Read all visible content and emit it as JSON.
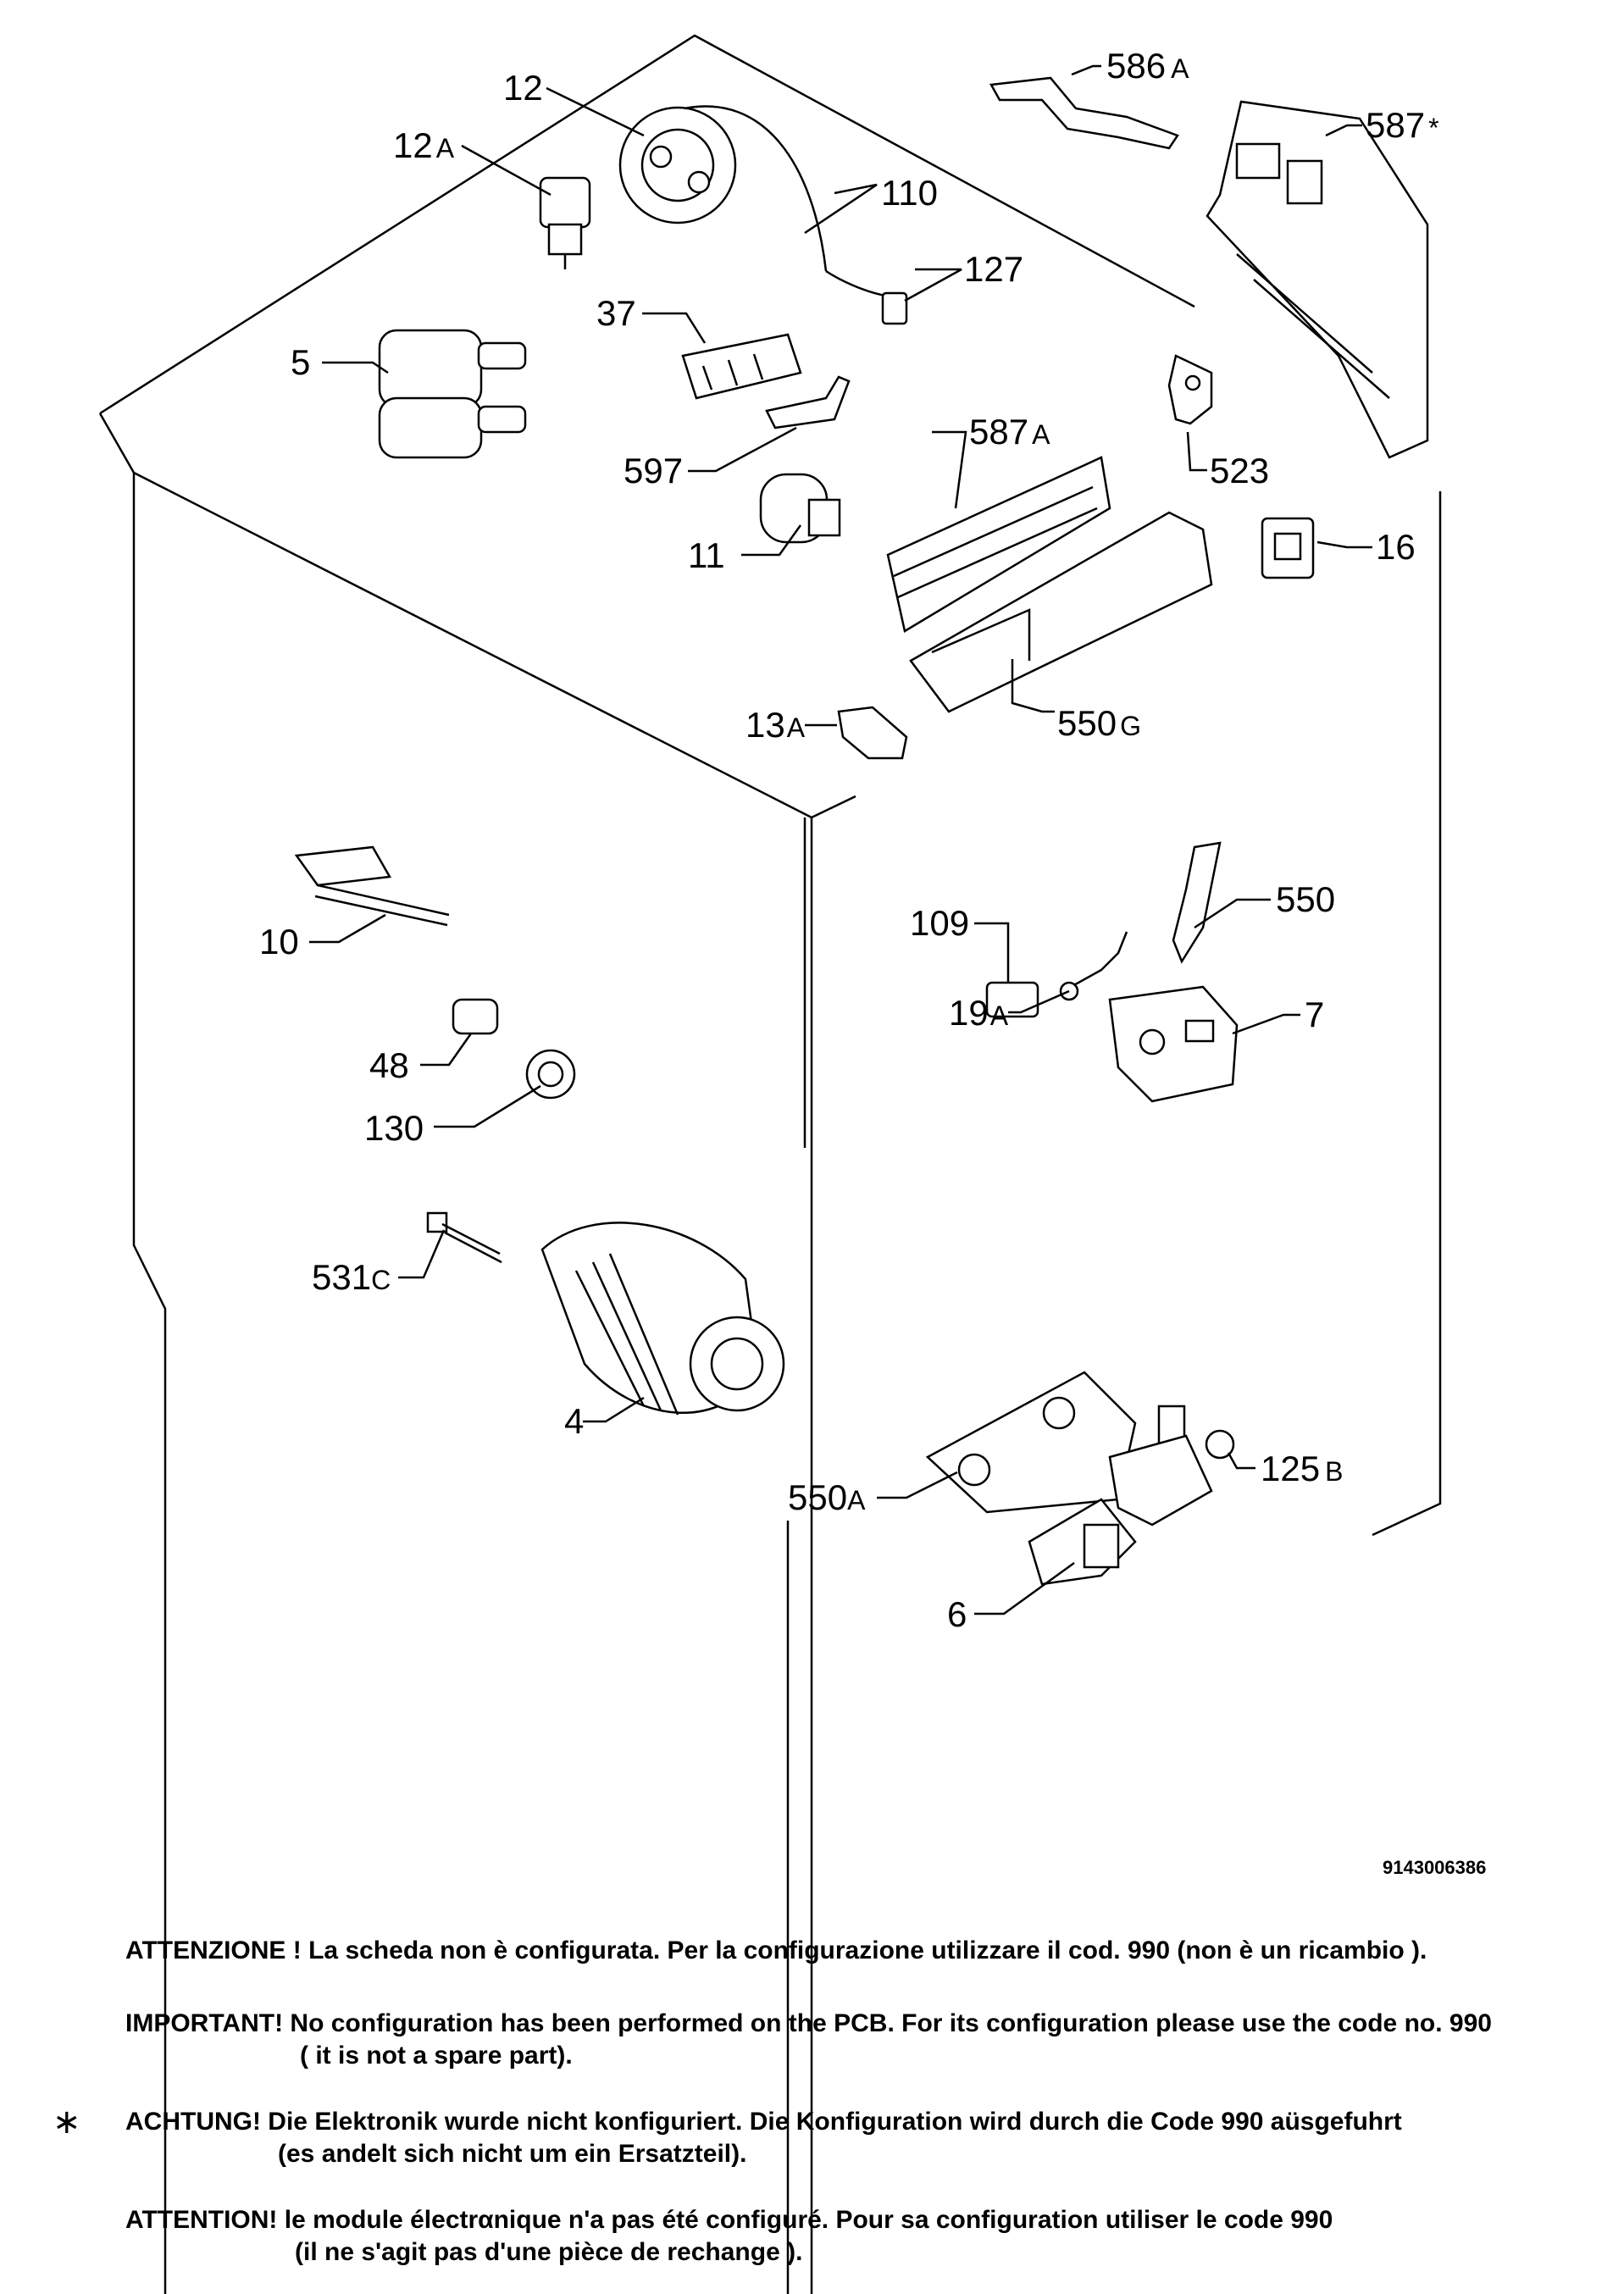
{
  "document_code": "9143006386",
  "parts": [
    {
      "id": "p12",
      "ref": "12",
      "suffix": ""
    },
    {
      "id": "p12a",
      "ref": "12",
      "suffix": "A"
    },
    {
      "id": "p110",
      "ref": "110",
      "suffix": ""
    },
    {
      "id": "p127",
      "ref": "127",
      "suffix": ""
    },
    {
      "id": "p37",
      "ref": "37",
      "suffix": ""
    },
    {
      "id": "p5",
      "ref": "5",
      "suffix": ""
    },
    {
      "id": "p597",
      "ref": "597",
      "suffix": ""
    },
    {
      "id": "p11",
      "ref": "11",
      "suffix": ""
    },
    {
      "id": "p586a",
      "ref": "586",
      "suffix": "A"
    },
    {
      "id": "p587s",
      "ref": "587",
      "suffix": "*"
    },
    {
      "id": "p587a",
      "ref": "587",
      "suffix": "A"
    },
    {
      "id": "p523",
      "ref": "523",
      "suffix": ""
    },
    {
      "id": "p16",
      "ref": "16",
      "suffix": ""
    },
    {
      "id": "p13a",
      "ref": "13",
      "suffix": "A"
    },
    {
      "id": "p550g",
      "ref": "550",
      "suffix": "G"
    },
    {
      "id": "p10",
      "ref": "10",
      "suffix": ""
    },
    {
      "id": "p109",
      "ref": "109",
      "suffix": ""
    },
    {
      "id": "p550",
      "ref": "550",
      "suffix": ""
    },
    {
      "id": "p19a",
      "ref": "19",
      "suffix": "A"
    },
    {
      "id": "p7",
      "ref": "7",
      "suffix": ""
    },
    {
      "id": "p48",
      "ref": "48",
      "suffix": ""
    },
    {
      "id": "p130",
      "ref": "130",
      "suffix": ""
    },
    {
      "id": "p531c",
      "ref": "531",
      "suffix": "C"
    },
    {
      "id": "p4",
      "ref": "4",
      "suffix": ""
    },
    {
      "id": "p125b",
      "ref": "125",
      "suffix": "B"
    },
    {
      "id": "p550a",
      "ref": "550",
      "suffix": "A"
    },
    {
      "id": "p6",
      "ref": "6",
      "suffix": ""
    }
  ],
  "notes": {
    "it_line1": "ATTENZIONE ! La scheda non è  configurata. Per la configurazione utilizzare il cod. 990 (non è un ricambio ).",
    "en_line1": "IMPORTANT! No configuration has been performed on the PCB. For its configuration please use the code no. 990",
    "en_line2": "( it is not a spare part).",
    "de_marker": "∗",
    "de_line1": "ACHTUNG! Die Elektronik wurde nicht konfiguriert. Die Konfiguration wird durch die Code 990 aüsgefuhrt",
    "de_line2": "(es andelt sich nicht um ein Ersatzteil).",
    "fr_line1": "ATTENTION! le module électrαnique n'a pas été configuré. Pour  sa configuration utiliser le code 990",
    "fr_line2": "(il ne s'agit pas d'une pièce de rechange )."
  }
}
